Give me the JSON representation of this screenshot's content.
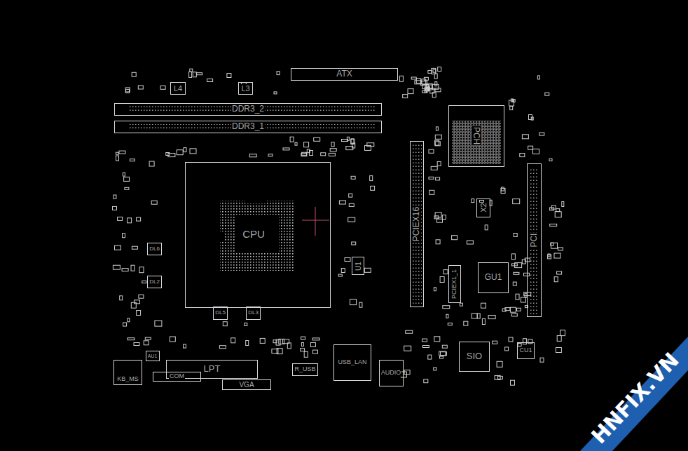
{
  "diagram": {
    "nodes": [
      {
        "text": [
          "ATX"
        ]
      },
      {
        "text": [
          "DDR3_2"
        ]
      },
      {
        "text": [
          "DDR3_1"
        ]
      },
      {
        "text": [
          "L4"
        ]
      },
      {
        "text": [
          "L3"
        ]
      },
      {
        "text": [
          "PCH"
        ]
      },
      {
        "text": [
          "CPU"
        ]
      },
      {
        "text": [
          "PCIEX16"
        ]
      },
      {
        "text": [
          "X2"
        ]
      },
      {
        "text": [
          "PCI"
        ]
      },
      {
        "text": [
          "DL6"
        ]
      },
      {
        "text": [
          "DL2"
        ]
      },
      {
        "text": [
          "U1"
        ]
      },
      {
        "text": [
          "PCIEX1_1"
        ]
      },
      {
        "text": [
          "GU1"
        ]
      },
      {
        "text": [
          "DL5"
        ]
      },
      {
        "text": [
          "DL3"
        ]
      },
      {
        "text": [
          "SIO"
        ]
      },
      {
        "text": [
          "CU1"
        ]
      },
      {
        "text": [
          "AU1"
        ]
      },
      {
        "text": [
          "KB_MS"
        ]
      },
      {
        "text": [
          "LPT"
        ]
      },
      {
        "text": [
          "COM"
        ]
      },
      {
        "text": [
          "VGA"
        ]
      },
      {
        "text": [
          "R_USB"
        ]
      },
      {
        "text": [
          "USB_LAN"
        ]
      },
      {
        "text": [
          "AUDIO"
        ]
      }
    ],
    "labels": [
      "HNFIX.VN"
    ]
  }
}
